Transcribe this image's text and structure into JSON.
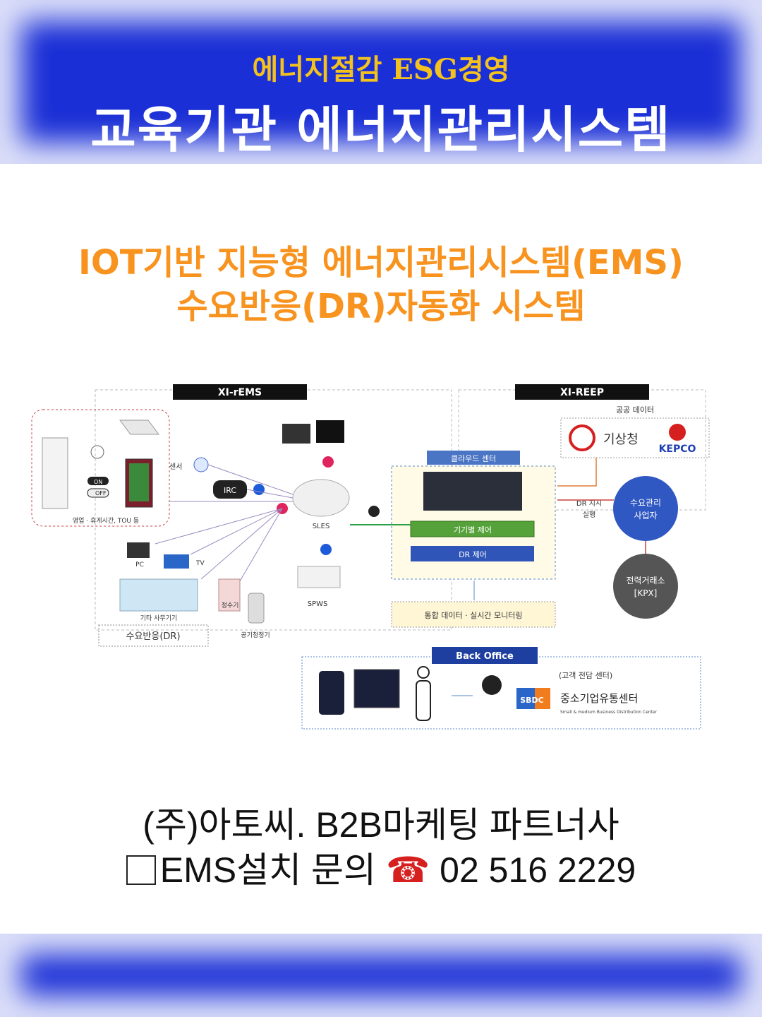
{
  "header": {
    "subtitle": "에너지절감 ESG경영",
    "title": "교육기관 에너지관리시스템"
  },
  "headline": {
    "line1": "IOT기반 지능형 에너지관리시스템(EMS)",
    "line2": "수요반응(DR)자동화 시스템"
  },
  "diagram": {
    "left_system": "XI-rEMS",
    "right_system": "XI-REEP",
    "public_data": "공공 데이터",
    "kma": "기상청",
    "kepco": "KEPCO",
    "cloud_center": "클라우드 센터",
    "device_control": "기기별 제어",
    "dr_control": "DR 제어",
    "dr_order": "DR 지시",
    "dr_exec": "실행",
    "demand_mgr": [
      "수요관리",
      "사업자"
    ],
    "kpx": [
      "전력거래소",
      "[KPX]"
    ],
    "monitoring": "통합 데이터 · 실시간 모니터링",
    "back_office": "Back Office",
    "customer_center": "(고객 전담 센터)",
    "sbdc_logo": "SBDC",
    "sbdc_name": "중소기업유통센터",
    "sbdc_en": "Small & medium Business Distribution Center",
    "sensor": "센서",
    "ircc": "IRC",
    "sles": "SLES",
    "spws": "SPWS",
    "pc": "PC",
    "tv": "TV",
    "on": "ON",
    "off": "OFF",
    "hvac_note": "영업 · 휴게시간, TOU 등",
    "other_office": "기타 사무기기",
    "water": "정수기",
    "air": "공기청정기",
    "dr_label": "수요반응(DR)"
  },
  "footer": {
    "line1": "(주)아토씨.  B2B마케팅 파트너사",
    "line2_text": "EMS설치 문의",
    "phone_icon": "☎",
    "phone": "02 516 2229"
  },
  "colors": {
    "banner": "#1a2fd6",
    "subtitle": "#f4c21f",
    "headline": "#f7931e",
    "phone_icon": "#d62020"
  }
}
